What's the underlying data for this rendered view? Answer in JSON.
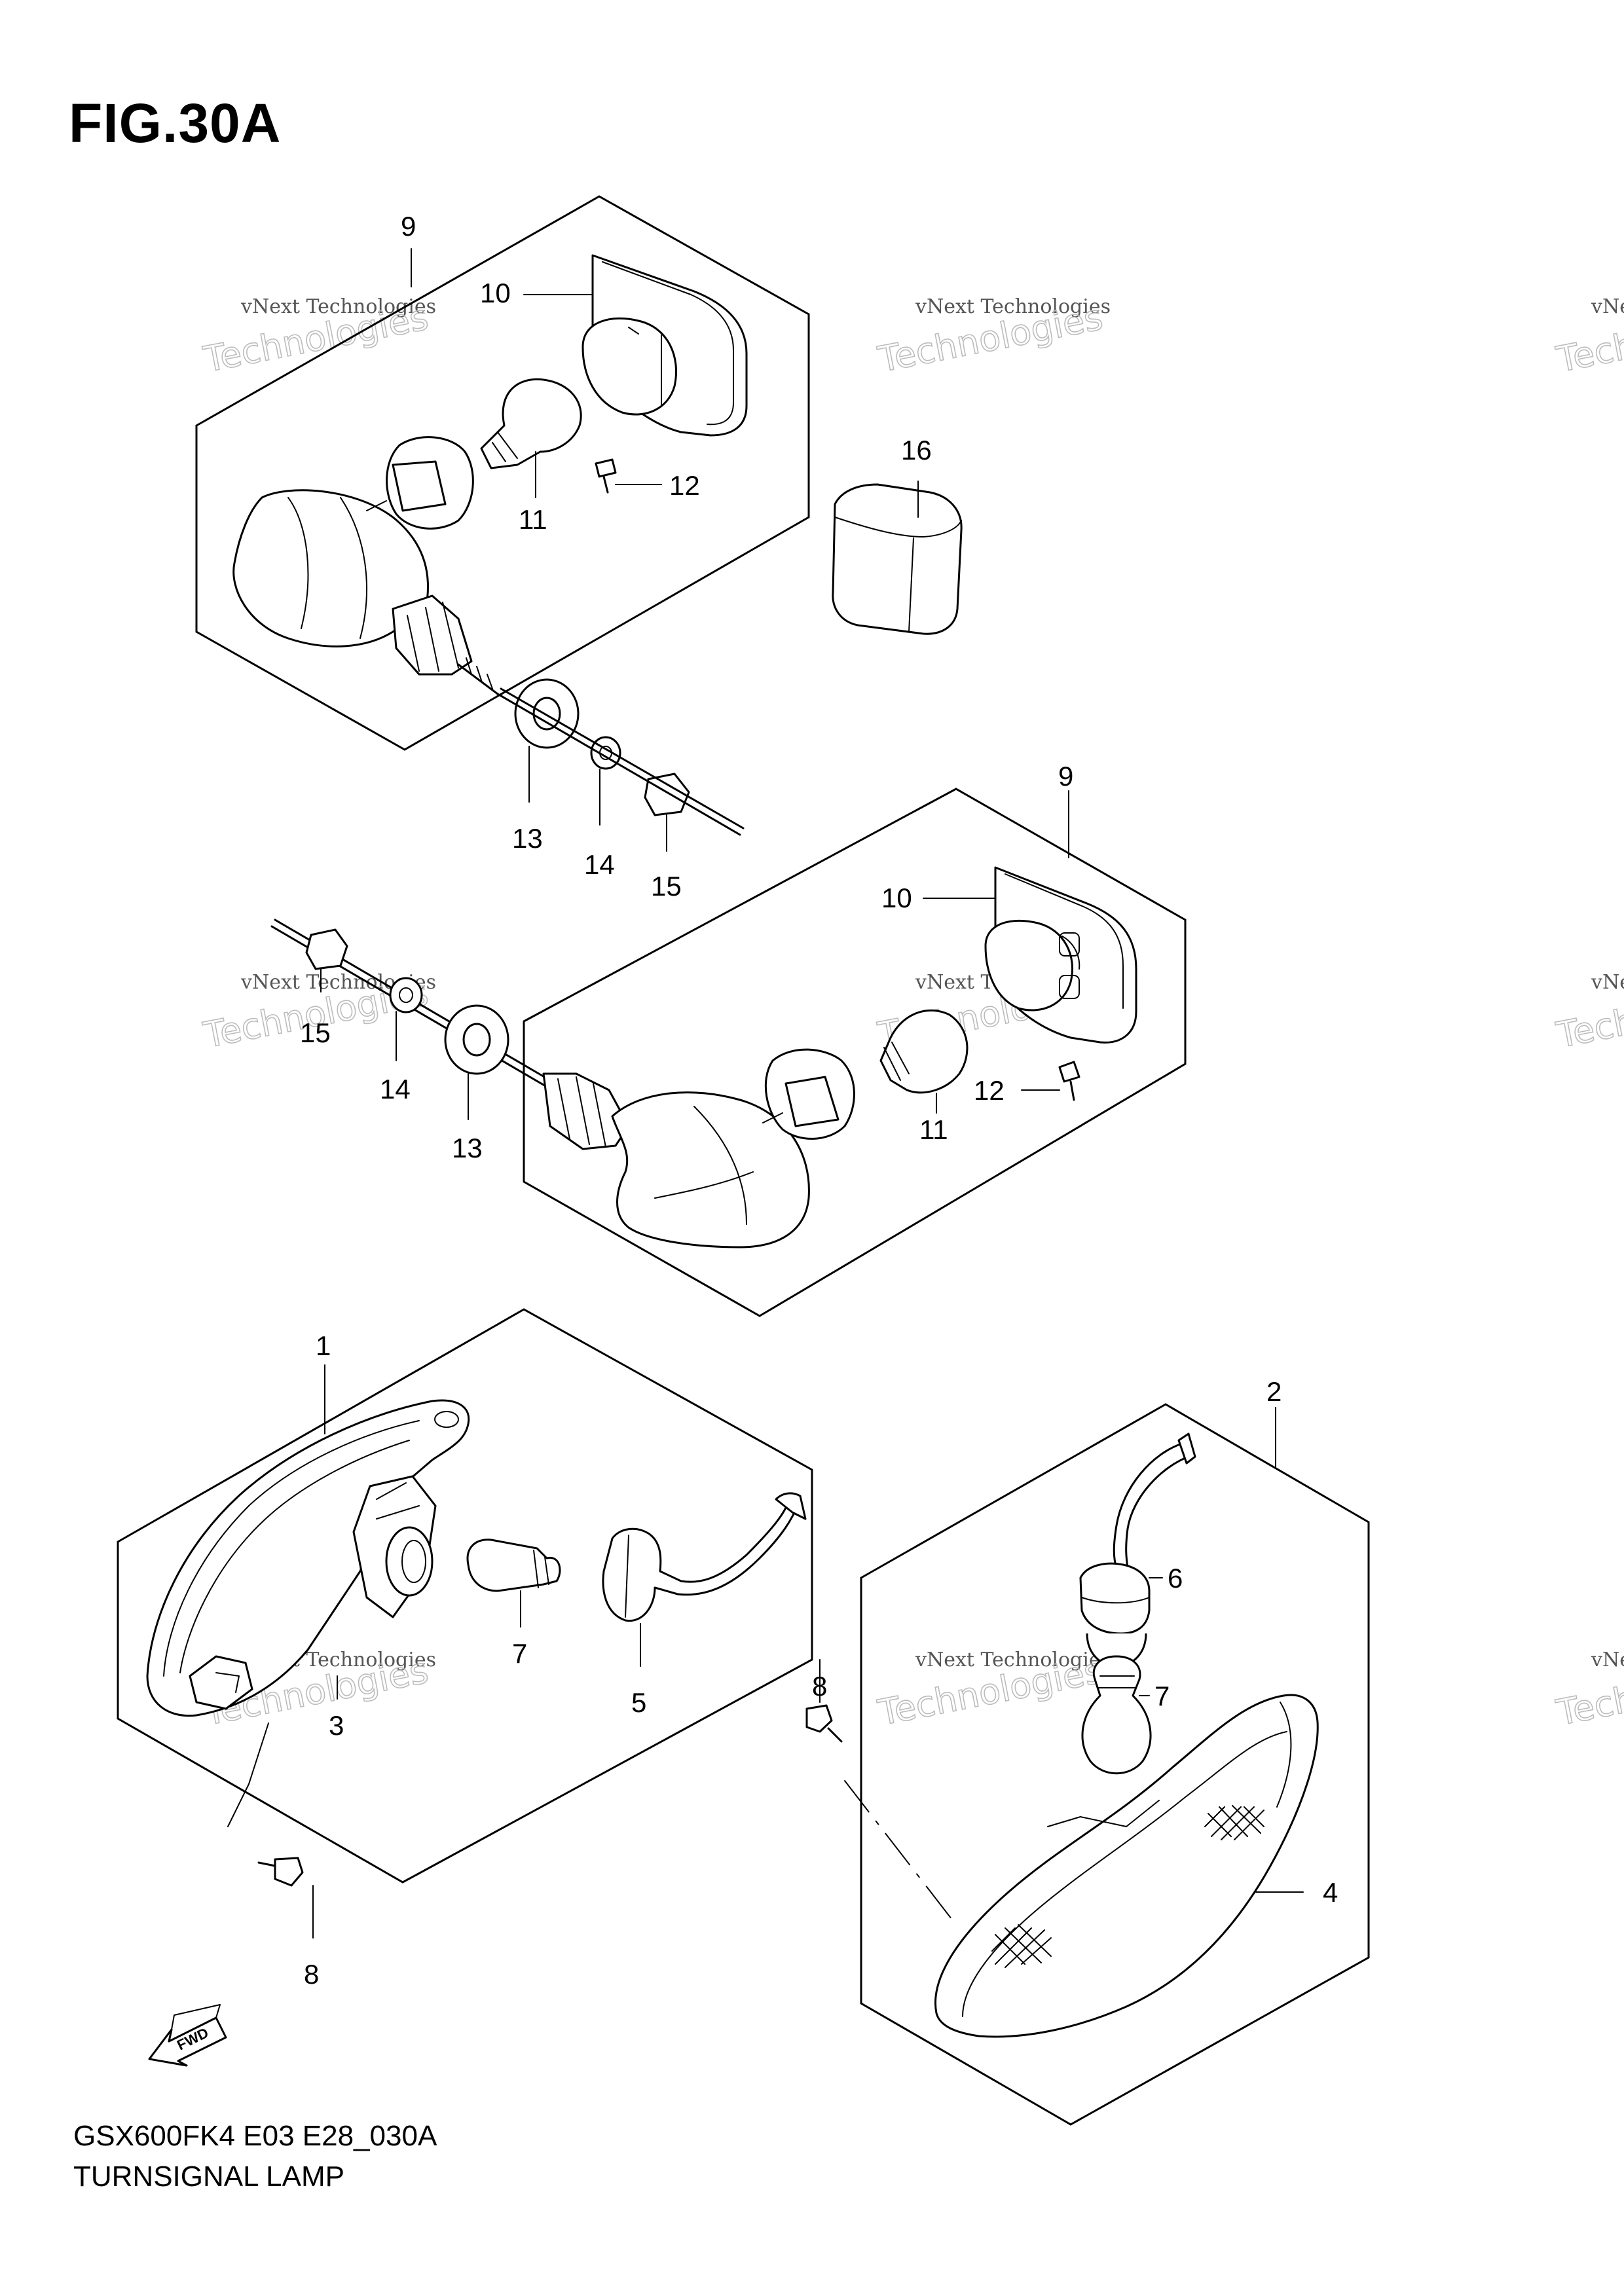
{
  "title": "FIG.30A",
  "footer": {
    "model_code": "GSX600FK4 E03 E28_030A",
    "section_name": "TURNSIGNAL LAMP"
  },
  "watermark": {
    "line1": "vNext Technologies",
    "line2": "Technologies",
    "line2_prefix": "vNext"
  },
  "fwd_arrow_label": "FWD",
  "callouts": {
    "front_left": {
      "assembly": "9",
      "lens": "10",
      "bulb": "11",
      "screw": "12",
      "cushion": "13",
      "washer": "14",
      "nut": "15"
    },
    "front_right": {
      "assembly": "9",
      "lens": "10",
      "bulb": "11",
      "screw": "12",
      "cushion": "13",
      "washer": "14",
      "nut": "15"
    },
    "spacer": "16",
    "side_left": {
      "assembly": "1",
      "lens": "3",
      "socket": "5",
      "bulb": "7",
      "screw": "8"
    },
    "side_right": {
      "assembly": "2",
      "lens": "4",
      "socket": "6",
      "bulb": "7",
      "screw": "8"
    }
  }
}
